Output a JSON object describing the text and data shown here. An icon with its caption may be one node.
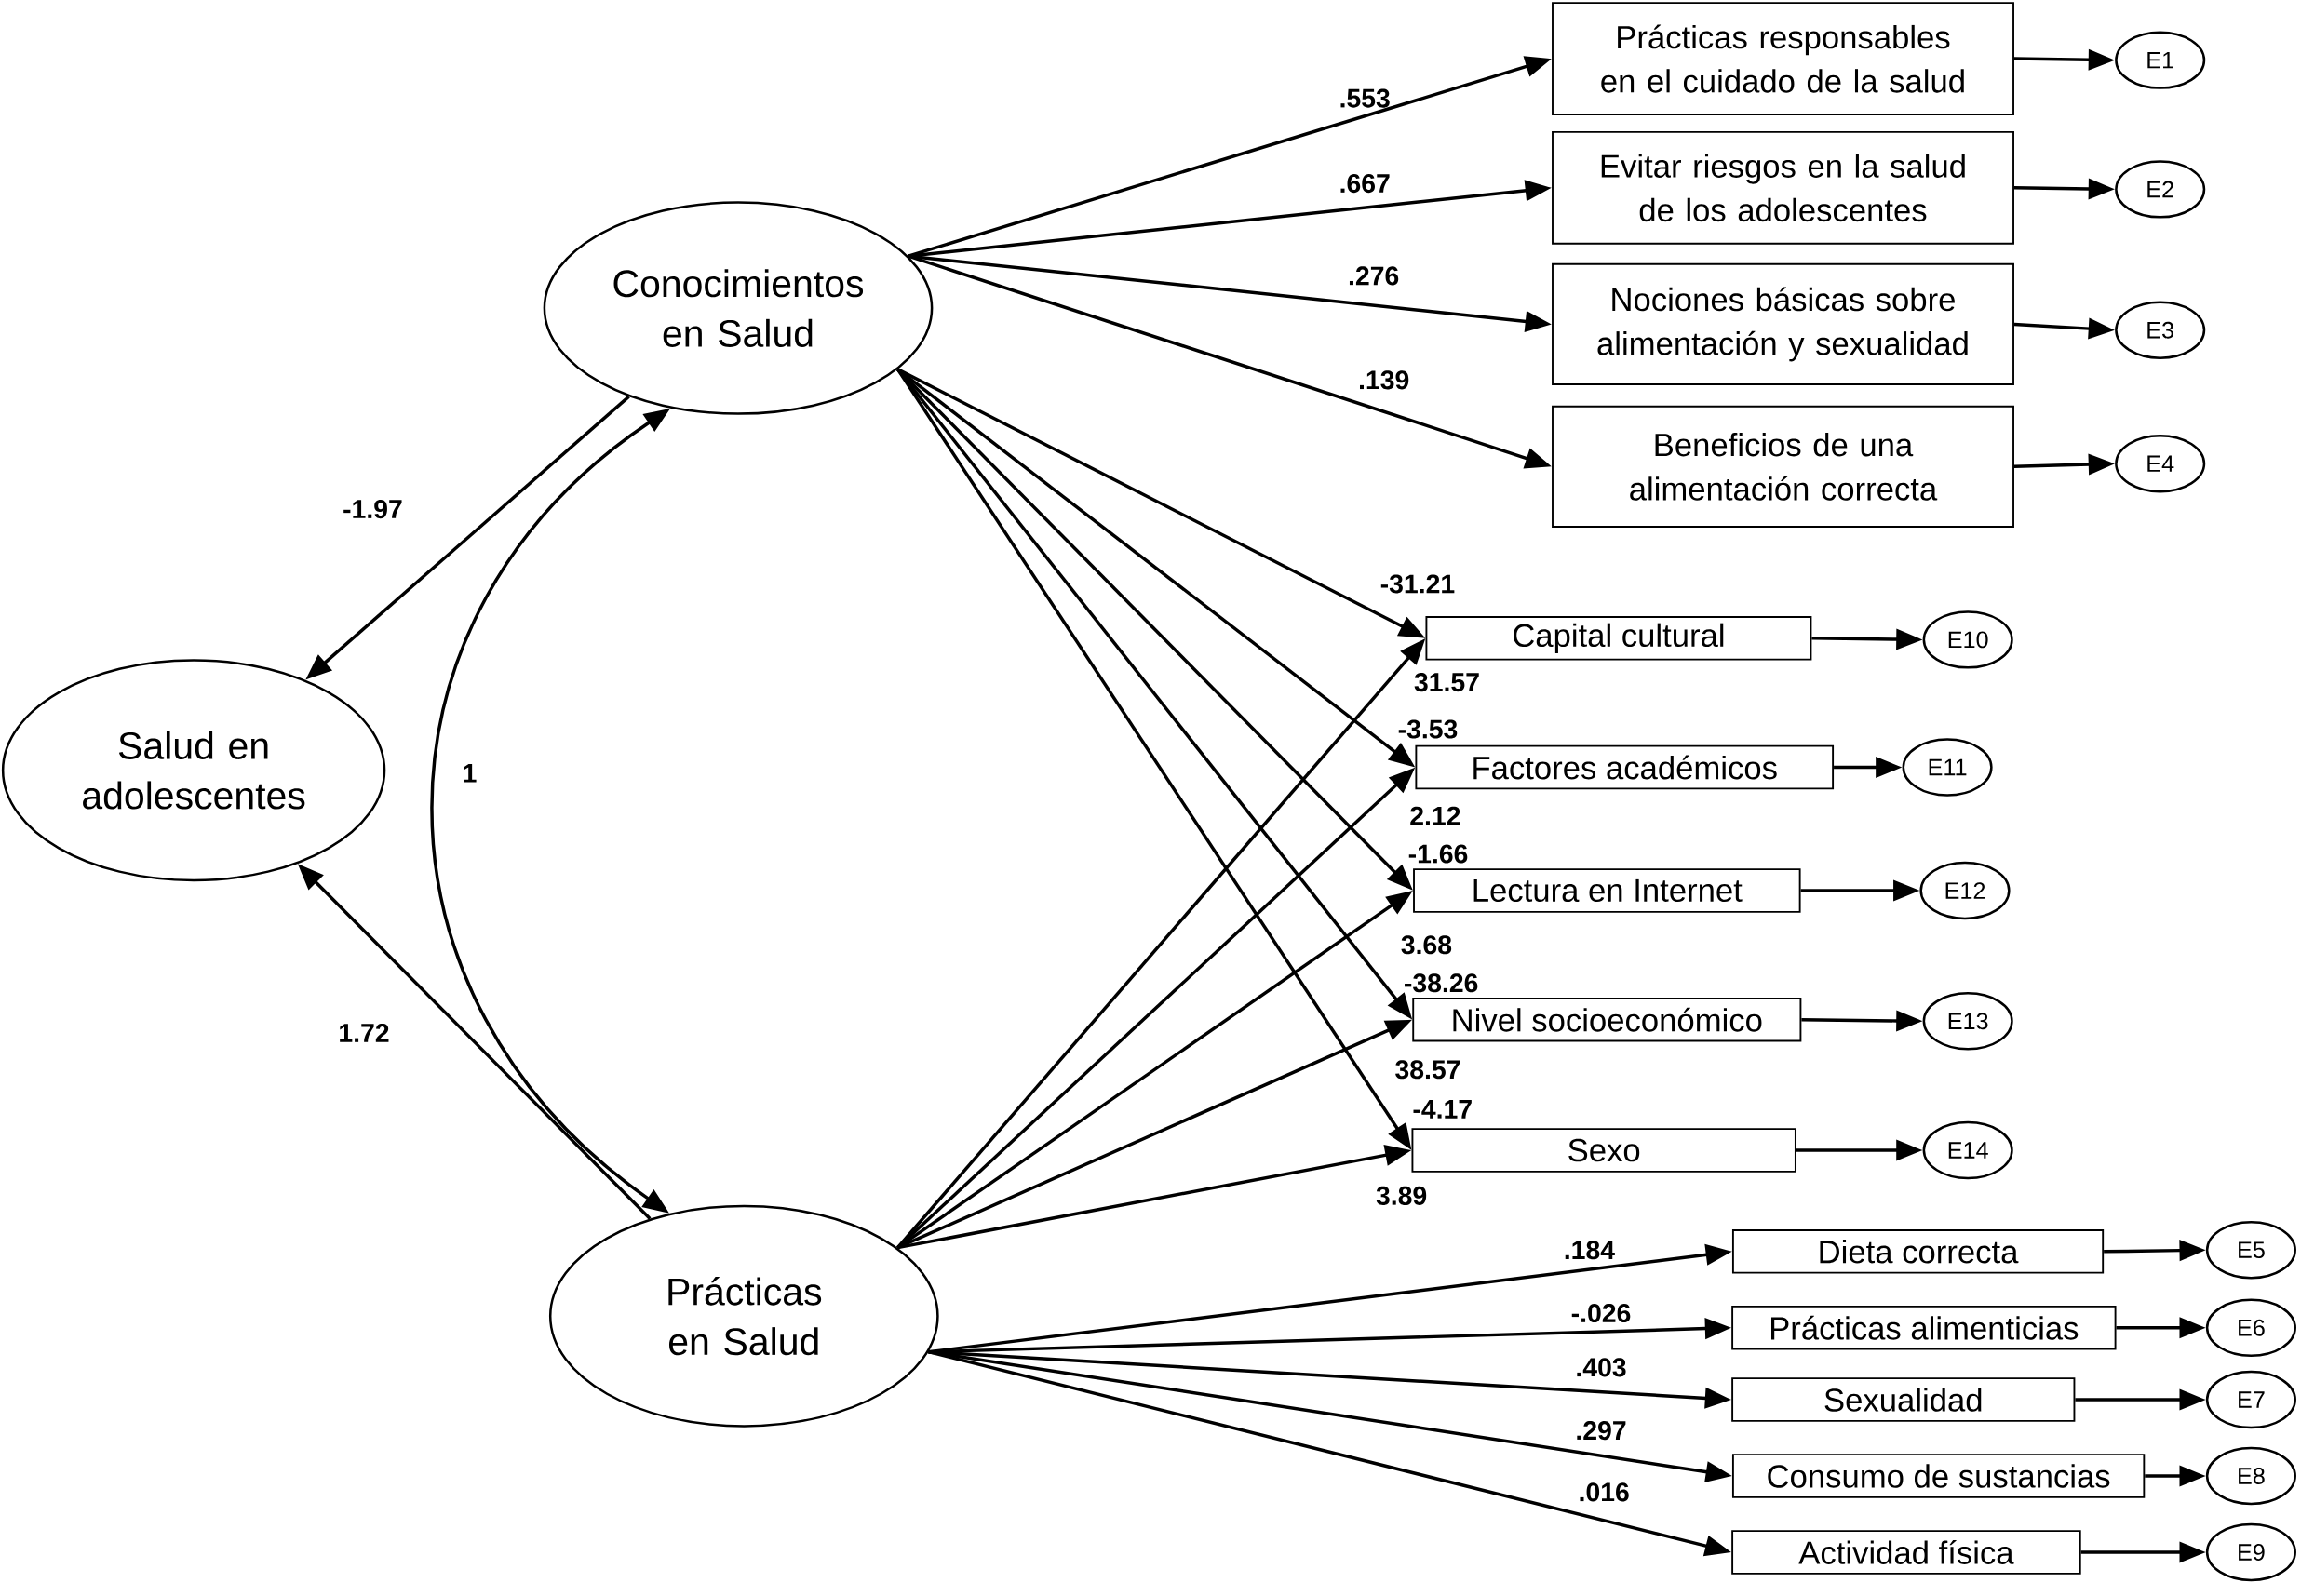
{
  "diagram": {
    "nodes": [
      {
        "text": [
          "Salud en adolescentes"
        ]
      },
      {
        "text": [
          "Conocimientos en Salud"
        ]
      },
      {
        "text": [
          "Prácticas en Salud"
        ]
      },
      {
        "text": [
          "Prácticas responsables en el cuidado de la salud"
        ]
      },
      {
        "text": [
          "Evitar riesgos en la salud de los adolescentes"
        ]
      },
      {
        "text": [
          "Nociones básicas sobre alimentación y sexualidad"
        ]
      },
      {
        "text": [
          "Beneficios de una alimentación correcta"
        ]
      },
      {
        "text": [
          "Capital cultural"
        ]
      },
      {
        "text": [
          "Factores académicos"
        ]
      },
      {
        "text": [
          "Lectura en Internet"
        ]
      },
      {
        "text": [
          "Nivel socioeconómico"
        ]
      },
      {
        "text": [
          "Sexo"
        ]
      },
      {
        "text": [
          "Dieta correcta"
        ]
      },
      {
        "text": [
          "Prácticas alimenticias"
        ]
      },
      {
        "text": [
          "Sexualidad"
        ]
      },
      {
        "text": [
          "Consumo de sustancias"
        ]
      },
      {
        "text": [
          "Actividad física"
        ]
      },
      {
        "text": [
          "E1"
        ]
      },
      {
        "text": [
          "E2"
        ]
      },
      {
        "text": [
          "E3"
        ]
      },
      {
        "text": [
          "E4"
        ]
      },
      {
        "text": [
          "E10"
        ]
      },
      {
        "text": [
          "E11"
        ]
      },
      {
        "text": [
          "E12"
        ]
      },
      {
        "text": [
          "E13"
        ]
      },
      {
        "text": [
          "E14"
        ]
      },
      {
        "text": [
          "E5"
        ]
      },
      {
        "text": [
          "E6"
        ]
      },
      {
        "text": [
          "E7"
        ]
      },
      {
        "text": [
          "E8"
        ]
      },
      {
        "text": [
          "E9"
        ]
      }
    ],
    "edges": [
      {
        "from": 1,
        "to": 0,
        "arrow": "to",
        "label": "-1.97"
      },
      {
        "from": 2,
        "to": 0,
        "arrow": "to",
        "label": "1.72"
      },
      {
        "from": 1,
        "to": 2,
        "arrow": "both",
        "label": "1"
      },
      {
        "from": 1,
        "to": 3,
        "arrow": "to",
        "label": ".553"
      },
      {
        "from": 1,
        "to": 4,
        "arrow": "to",
        "label": ".667"
      },
      {
        "from": 1,
        "to": 5,
        "arrow": "to",
        "label": ".276"
      },
      {
        "from": 1,
        "to": 6,
        "arrow": "to",
        "label": ".139"
      },
      {
        "from": 1,
        "to": 7,
        "arrow": "to",
        "label": "-31.21"
      },
      {
        "from": 1,
        "to": 8,
        "arrow": "to",
        "label": "-3.53"
      },
      {
        "from": 1,
        "to": 9,
        "arrow": "to",
        "label": "-1.66"
      },
      {
        "from": 1,
        "to": 10,
        "arrow": "to",
        "label": "-38.26"
      },
      {
        "from": 1,
        "to": 11,
        "arrow": "to",
        "label": "-4.17"
      },
      {
        "from": 2,
        "to": 7,
        "arrow": "to",
        "label": "31.57"
      },
      {
        "from": 2,
        "to": 8,
        "arrow": "to",
        "label": "2.12"
      },
      {
        "from": 2,
        "to": 9,
        "arrow": "to",
        "label": "3.68"
      },
      {
        "from": 2,
        "to": 10,
        "arrow": "to",
        "label": "38.57"
      },
      {
        "from": 2,
        "to": 11,
        "arrow": "to",
        "label": "3.89"
      },
      {
        "from": 2,
        "to": 12,
        "arrow": "to",
        "label": ".184"
      },
      {
        "from": 2,
        "to": 13,
        "arrow": "to",
        "label": "-.026"
      },
      {
        "from": 2,
        "to": 14,
        "arrow": "to",
        "label": ".403"
      },
      {
        "from": 2,
        "to": 15,
        "arrow": "to",
        "label": ".297"
      },
      {
        "from": 2,
        "to": 16,
        "arrow": "to",
        "label": ".016"
      },
      {
        "from": 3,
        "to": 17,
        "arrow": "to"
      },
      {
        "from": 4,
        "to": 18,
        "arrow": "to"
      },
      {
        "from": 5,
        "to": 19,
        "arrow": "to"
      },
      {
        "from": 6,
        "to": 20,
        "arrow": "to"
      },
      {
        "from": 7,
        "to": 21,
        "arrow": "to"
      },
      {
        "from": 8,
        "to": 22,
        "arrow": "to"
      },
      {
        "from": 9,
        "to": 23,
        "arrow": "to"
      },
      {
        "from": 10,
        "to": 24,
        "arrow": "to"
      },
      {
        "from": 11,
        "to": 25,
        "arrow": "to"
      },
      {
        "from": 12,
        "to": 26,
        "arrow": "to"
      },
      {
        "from": 13,
        "to": 27,
        "arrow": "to"
      },
      {
        "from": 14,
        "to": 28,
        "arrow": "to"
      },
      {
        "from": 15,
        "to": 29,
        "arrow": "to"
      },
      {
        "from": 16,
        "to": 30,
        "arrow": "to"
      }
    ]
  }
}
